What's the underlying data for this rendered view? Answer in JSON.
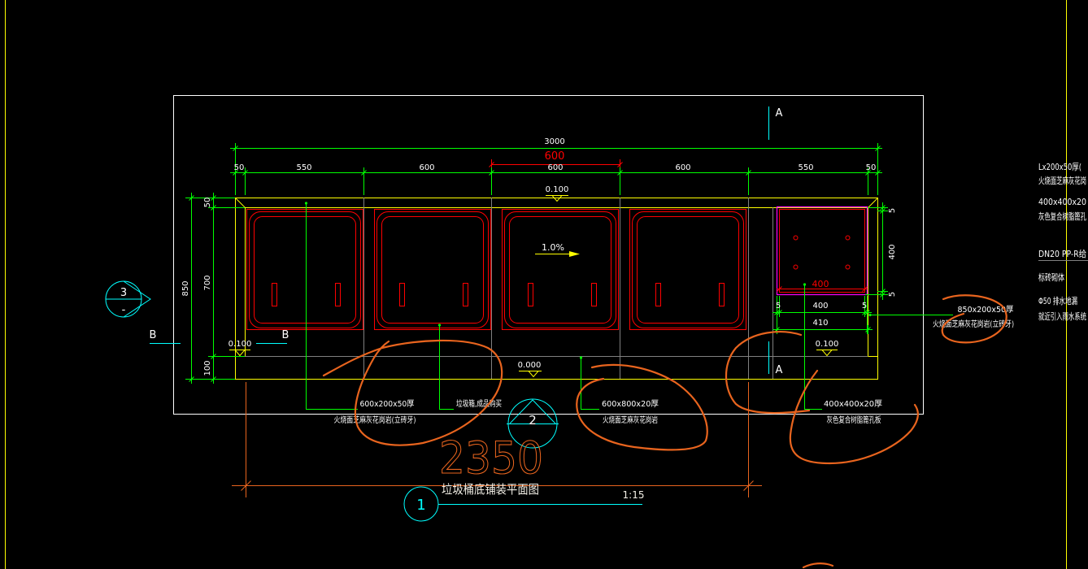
{
  "colors": {
    "background": "#000000",
    "white": "#ffffff",
    "green": "#00ff00",
    "yellow": "#ffff00",
    "red": "#ff0000",
    "cyan": "#00ffff",
    "magenta": "#ff00ff",
    "gray": "#808080",
    "orange": "#e8641e"
  },
  "section_marks": {
    "a_top": "A",
    "a_bottom": "A",
    "b_left": "B",
    "b_right": "B"
  },
  "dimensions": {
    "overall": "3000",
    "highlight": "600",
    "segments": [
      "50",
      "550",
      "600",
      "600",
      "600",
      "550",
      "50"
    ],
    "left_vertical": [
      "50",
      "700",
      "100"
    ],
    "left_total": "850",
    "right_vertical": [
      "5",
      "400",
      "5"
    ],
    "grate_red": "400",
    "grate_row": [
      "5",
      "400",
      "5"
    ],
    "grate_total": "410",
    "bottom_total": "2350"
  },
  "elevations": {
    "top": "0.100",
    "left": "0.100",
    "right": "0.100",
    "floor": "0.000"
  },
  "slope": "1.0%",
  "callouts": [
    {
      "line1": "600x200x50厚",
      "line2": "火烧面芝麻灰花岗岩(立砖牙)"
    },
    {
      "line1": "垃圾箱,成品购买"
    },
    {
      "line1": "600x800x20厚",
      "line2": "火烧面芝麻灰花岗岩"
    },
    {
      "line1": "400x400x20厚",
      "line2": "灰色复合树脂篦孔板"
    },
    {
      "line1": "850x200x50厚",
      "line2": "火烧面芝麻灰花岗岩(立砖牙)"
    }
  ],
  "markers": {
    "section_3": "3",
    "section_3_sheet": "-",
    "detail_2": "2",
    "drawing_1": "1"
  },
  "title": {
    "name": "垃圾桶底铺装平面图",
    "scale": "1:15"
  },
  "side_notes": [
    "Lx200x50厚(",
    "火烧面芝麻灰花岗",
    "400x400x20",
    "灰色复合树脂篦孔",
    "DN20 PP-R给",
    "标砖砌体",
    "Φ50 排水地漏",
    "就近引入雨水系统"
  ]
}
